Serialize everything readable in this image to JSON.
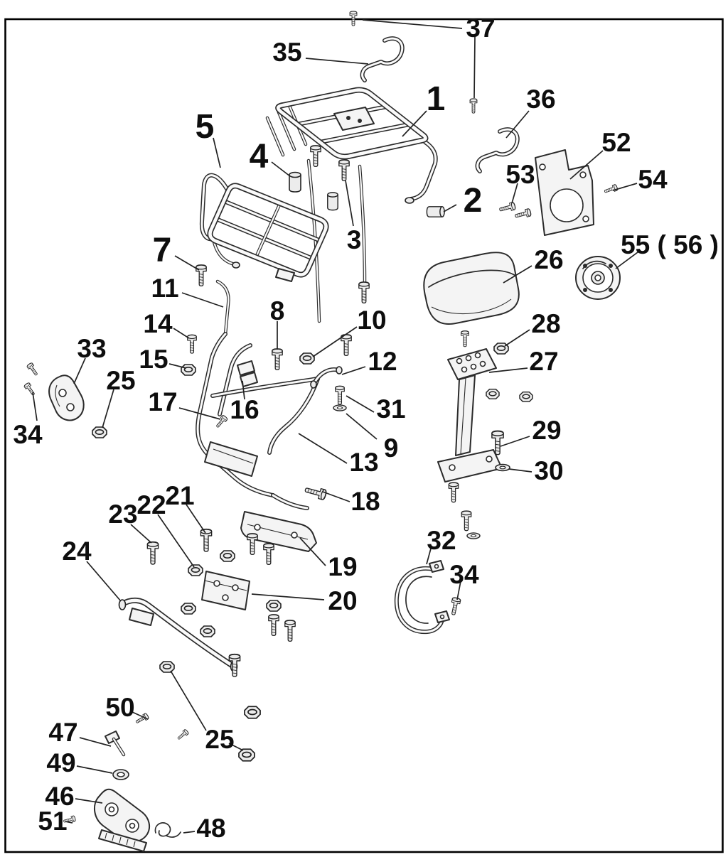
{
  "colors": {
    "background": "#ffffff",
    "line": "#2b2b2b",
    "part_fill": "#f4f4f4"
  },
  "icons": {
    "bolt": "bolt-icon",
    "nut": "nut-icon",
    "washer": "washer-icon",
    "spacer": "spacer-icon"
  },
  "diagram": {
    "type": "exploded-parts-diagram",
    "callouts": [
      {
        "text": "37"
      },
      {
        "text": "35"
      },
      {
        "text": "1"
      },
      {
        "text": "36"
      },
      {
        "text": "5"
      },
      {
        "text": "4"
      },
      {
        "text": "52"
      },
      {
        "text": "53"
      },
      {
        "text": "54"
      },
      {
        "text": "2"
      },
      {
        "text": "3"
      },
      {
        "text": "26"
      },
      {
        "text": "55 ( 56 )"
      },
      {
        "text": "7"
      },
      {
        "text": "11"
      },
      {
        "text": "14"
      },
      {
        "text": "8"
      },
      {
        "text": "10"
      },
      {
        "text": "15"
      },
      {
        "text": "33"
      },
      {
        "text": "25"
      },
      {
        "text": "12"
      },
      {
        "text": "28"
      },
      {
        "text": "27"
      },
      {
        "text": "34"
      },
      {
        "text": "16"
      },
      {
        "text": "17"
      },
      {
        "text": "31"
      },
      {
        "text": "9"
      },
      {
        "text": "13"
      },
      {
        "text": "29"
      },
      {
        "text": "30"
      },
      {
        "text": "18"
      },
      {
        "text": "23"
      },
      {
        "text": "22"
      },
      {
        "text": "21"
      },
      {
        "text": "19"
      },
      {
        "text": "24"
      },
      {
        "text": "20"
      },
      {
        "text": "32"
      },
      {
        "text": "34"
      },
      {
        "text": "25"
      },
      {
        "text": "50"
      },
      {
        "text": "47"
      },
      {
        "text": "49"
      },
      {
        "text": "46"
      },
      {
        "text": "51"
      },
      {
        "text": "48"
      }
    ]
  }
}
